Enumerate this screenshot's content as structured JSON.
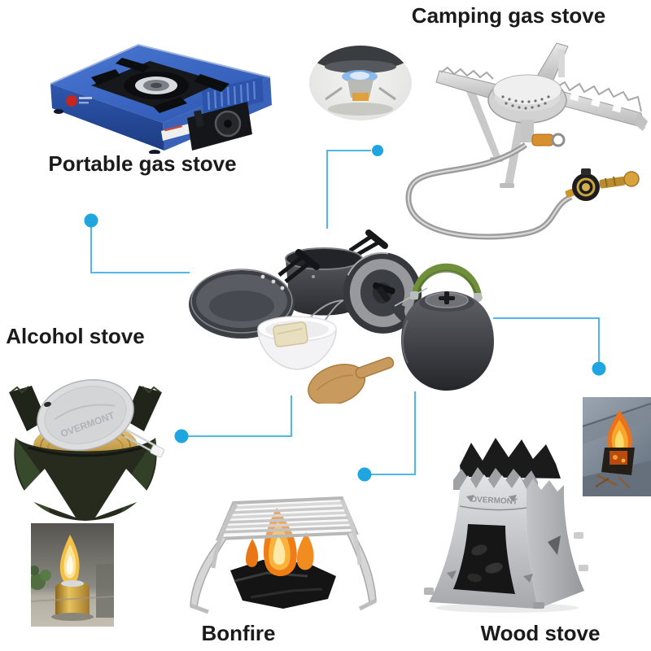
{
  "canvas": {
    "background": "#ffffff"
  },
  "accent": {
    "dot_color": "#1FA6E0",
    "line_color": "#4FB8E8"
  },
  "brand_engraving": "OVERMONT",
  "labels": {
    "portable": "Portable gas stove",
    "camping": "Camping gas stove",
    "alcohol": "Alcohol stove",
    "bonfire": "Bonfire",
    "wood": "Wood stove"
  }
}
